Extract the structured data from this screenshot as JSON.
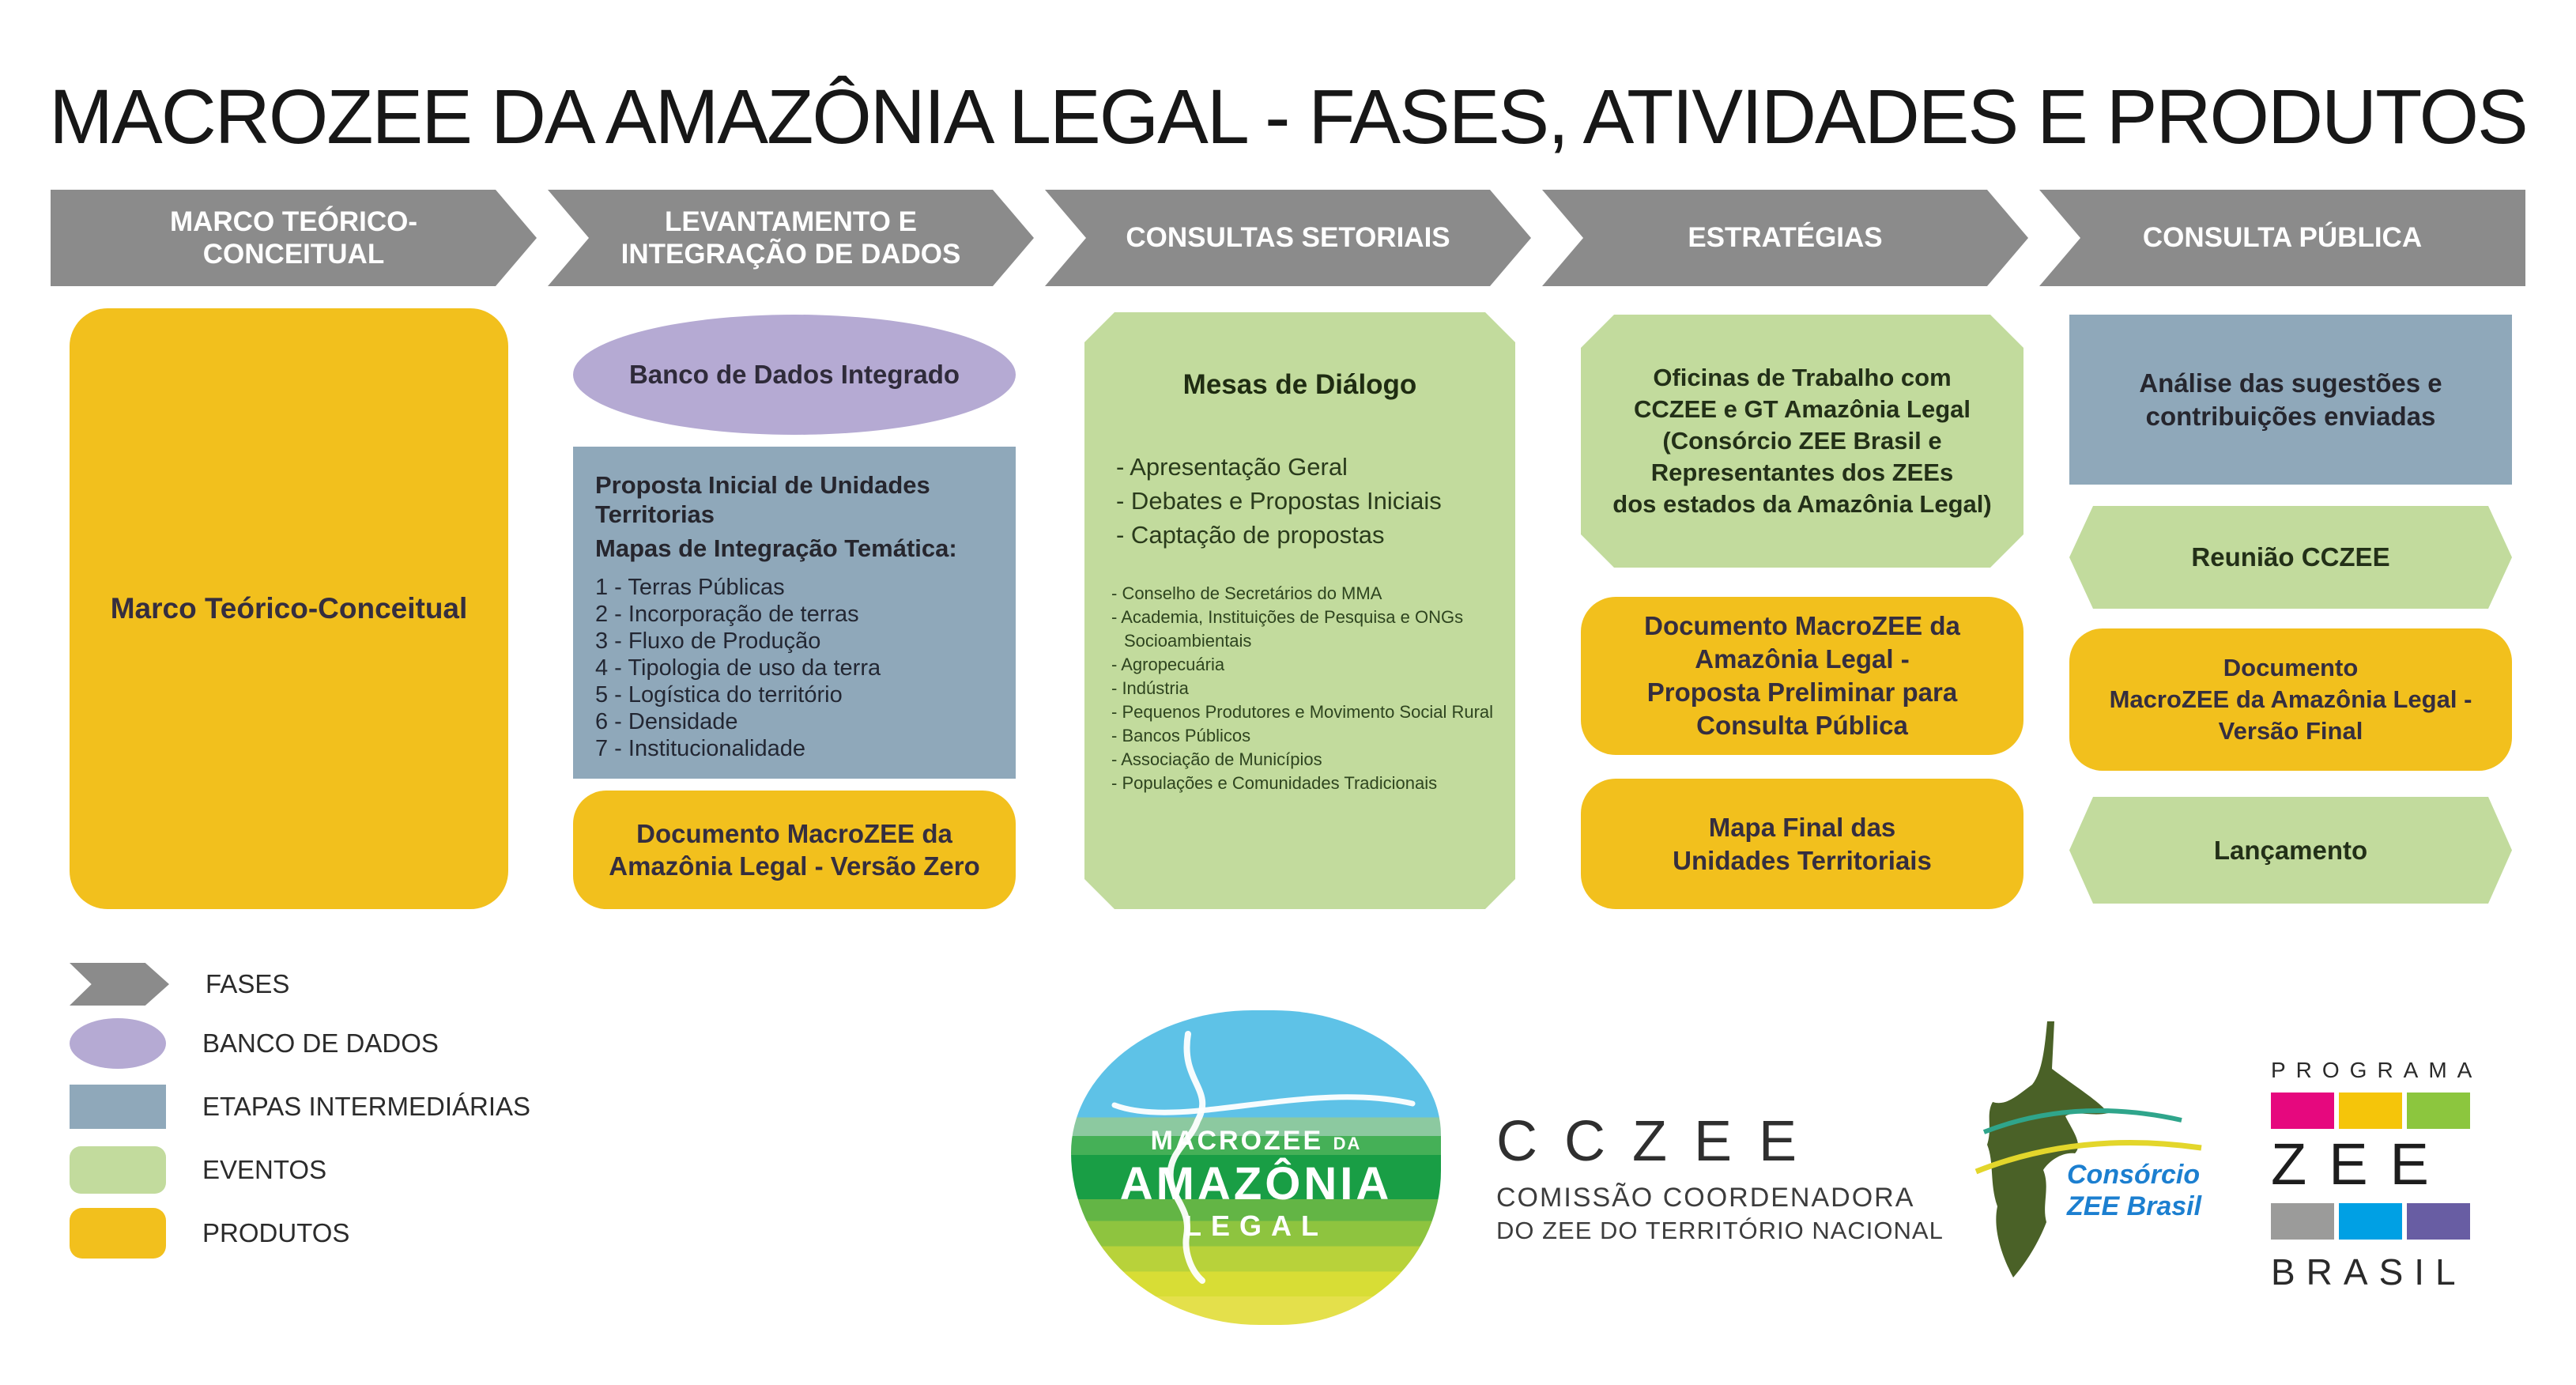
{
  "title": "MACROZEE DA AMAZÔNIA LEGAL - FASES, ATIVIDADES E PRODUTOS",
  "phases": [
    {
      "lines": [
        "MARCO TEÓRICO-CONCEITUAL"
      ]
    },
    {
      "lines": [
        "LEVANTAMENTO E",
        "INTEGRAÇÃO DE DADOS"
      ]
    },
    {
      "lines": [
        "CONSULTAS SETORIAIS"
      ]
    },
    {
      "lines": [
        "ESTRATÉGIAS"
      ]
    },
    {
      "lines": [
        "CONSULTA PÚBLICA"
      ]
    }
  ],
  "columns": {
    "marco": {
      "produto": "Marco Teórico-Conceitual"
    },
    "levantamento": {
      "banco": "Banco de Dados Integrado",
      "etapa_titulo1": "Proposta Inicial de Unidades Territorias",
      "etapa_titulo2": "Mapas de Integração Temática:",
      "mapas": [
        "1 - Terras Públicas",
        "2 - Incorporação de terras",
        "3 - Fluxo de Produção",
        "4 - Tipologia de uso da terra",
        "5 - Logística do território",
        "6 - Densidade",
        "7 - Institucionalidade"
      ],
      "produto_lines": [
        "Documento MacroZEE da",
        "Amazônia Legal -  Versão Zero"
      ]
    },
    "consultas": {
      "titulo": "Mesas de Diálogo",
      "atividades": [
        "- Apresentação Geral",
        "- Debates e Propostas Iniciais",
        "- Captação de propostas"
      ],
      "participantes": [
        "- Conselho de Secretários do MMA",
        "- Academia, Instituições de Pesquisa e ONGs Socioambientais",
        "- Agropecuária",
        "- Indústria",
        "- Pequenos Produtores e Movimento Social Rural",
        "- Bancos Públicos",
        "- Associação de Municípios",
        "- Populações e Comunidades Tradicionais"
      ]
    },
    "estrategias": {
      "evento_lines": [
        "Oficinas de Trabalho com",
        "CCZEE e GT Amazônia Legal",
        "(Consórcio ZEE Brasil e",
        "Representantes dos ZEEs",
        "dos estados da Amazônia Legal)"
      ],
      "produto1_lines": [
        "Documento MacroZEE da",
        "Amazônia Legal -",
        "Proposta Preliminar para",
        "Consulta Pública"
      ],
      "produto2_lines": [
        "Mapa  Final das",
        "Unidades Territoriais"
      ]
    },
    "consulta_publica": {
      "etapa_lines": [
        "Análise das sugestões e",
        "contribuições enviadas"
      ],
      "evento1": "Reunião CCZEE",
      "produto_lines": [
        "Documento",
        "MacroZEE da Amazônia Legal -",
        "Versão Final"
      ],
      "evento2": "Lançamento"
    }
  },
  "legend": {
    "items": [
      {
        "shape": "arrow",
        "label": "FASES"
      },
      {
        "shape": "ellipse",
        "label": "BANCO DE DADOS"
      },
      {
        "shape": "rect",
        "label": "ETAPAS INTERMEDIÁRIAS"
      },
      {
        "shape": "rounded-rect-green",
        "label": "EVENTOS"
      },
      {
        "shape": "rounded-rect-yellow",
        "label": "PRODUTOS"
      }
    ]
  },
  "logos": {
    "macrozee": {
      "top": "MACROZEE",
      "da": "DA",
      "middle": "AMAZÔNIA",
      "bottom": "LEGAL"
    },
    "cczee": {
      "sigla": "CCZEE",
      "linha1": "COMISSÃO COORDENADORA",
      "linha2": "DO ZEE DO TERRITÓRIO NACIONAL"
    },
    "consorcio": {
      "linha1": "Consórcio",
      "linha2": "ZEE Brasil"
    },
    "programa": {
      "topo": "PROGRAMA",
      "sigla": "ZEE",
      "base": "BRASIL"
    }
  },
  "palette": {
    "fases_gray": "#8b8b8b",
    "banco_de_dados_purple": "#b5aad3",
    "etapas_intermediarias_blue": "#8fa8ba",
    "eventos_green": "#c2db9d",
    "produtos_yellow": "#f2c01d"
  }
}
